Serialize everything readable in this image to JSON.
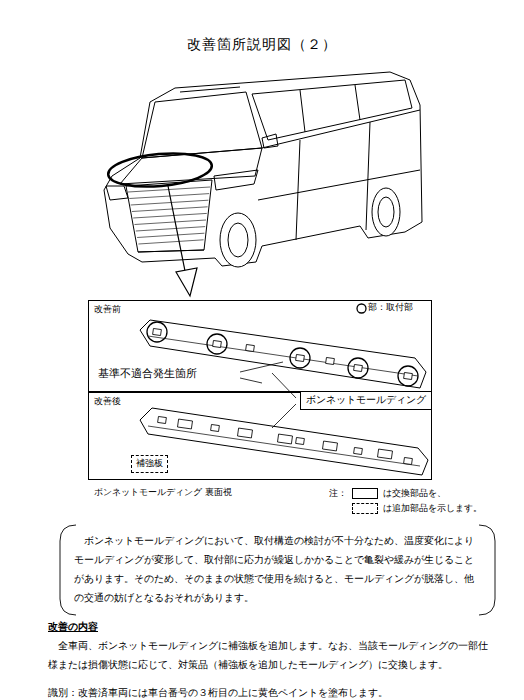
{
  "diagram": {
    "title": "改善箇所説明図（２）",
    "nodes": [
      {
        "text": [
          "改善前"
        ]
      },
      {
        "text": [
          "改善後"
        ]
      },
      {
        "text": [
          "補強板"
        ],
        "in": 1
      },
      {
        "text": [
          "ボンネットモールディング"
        ]
      },
      {
        "text": [
          "ボンネットモールディングにおいて、取付構造の検討が不十分なため、温度変化によりモールディングが変形して、取付部に応力が繰返しかかることで亀裂や緩みが生じることがあります。そのため、そのままの状態で使用を続けると、モールディングが脱落し、他の交通の妨げとなるおそれがあります。"
        ]
      }
    ],
    "labels": [
      "基準不適合発生箇所",
      "ボンネットモールディング 裏面視",
      "注：",
      "改善の内容",
      "全車両、ボンネットモールディングに補強板を追加します。なお、当該モールディングの一部仕様または損傷状態に応じて、対策品（補強板を追加したモールディング）に交換します。",
      "識別：改善済車両には車台番号の３桁目の上に黄色ペイントを塗布します。"
    ],
    "legend": [
      {
        "text": "部：取付部"
      },
      {
        "text": "は交換部品を、"
      },
      {
        "text": "は追加部品を示します。"
      }
    ]
  }
}
